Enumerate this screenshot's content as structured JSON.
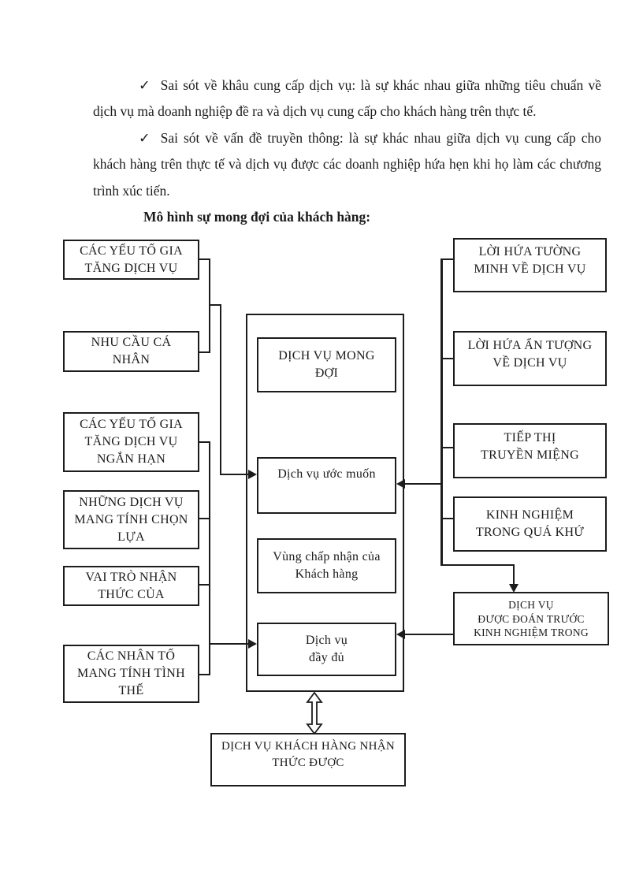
{
  "document": {
    "paragraphs": [
      {
        "bullet": "✓",
        "text": "Sai sót về khâu cung cấp dịch vụ: là sự khác nhau giữa những tiêu chuẩn về dịch vụ mà doanh nghiệp đề ra và dịch vụ cung cấp cho khách hàng trên thực tế."
      },
      {
        "bullet": "✓",
        "text": "Sai sót về vấn đề truyền thông: là sự khác nhau giữa dịch vụ cung cấp cho khách hàng trên thực tế và dịch vụ được các doanh nghiệp hứa hẹn khi họ làm các chương trình xúc tiến."
      }
    ],
    "heading": "Mô hình sự mong đợi của khách hàng:"
  },
  "diagram": {
    "left_boxes": [
      "CÁC YẾU TỐ GIA\nTĂNG DỊCH VỤ",
      "NHU CẦU CÁ\nNHÂN",
      "CÁC YẾU TỐ GIA\nTĂNG DỊCH VỤ\nNGẮN HẠN",
      "NHỮNG DỊCH VỤ\nMANG TÍNH CHỌN\nLỰA",
      "VAI TRÒ NHẬN\nTHỨC CỦA",
      "CÁC NHÂN TỐ\nMANG TÍNH TÌNH\nTHẾ"
    ],
    "right_boxes": [
      "LỜI HỨA TƯỜNG\nMINH VỀ DỊCH VỤ",
      "LỜI HỨA ẨN TƯỢNG\nVỀ DỊCH VỤ",
      "TIẾP THỊ\nTRUYỀN MIỆNG",
      "KINH NGHIỆM\nTRONG QUÁ KHỨ",
      "DỊCH VỤ\nĐƯỢC ĐOÁN TRƯỚC\nKINH NGHIỆM TRONG"
    ],
    "center_boxes": [
      "DỊCH VỤ MONG\nĐỢI",
      "Dịch vụ ước muốn",
      "Vùng chấp nhận của\nKhách hàng",
      "Dịch vụ\nđầy đủ"
    ],
    "bottom_box": "DỊCH VỤ KHÁCH HÀNG NHẬN\nTHỨC ĐƯỢC"
  },
  "colors": {
    "line": "#1c1c1c",
    "text": "#1b1b1b",
    "background": "#ffffff"
  }
}
